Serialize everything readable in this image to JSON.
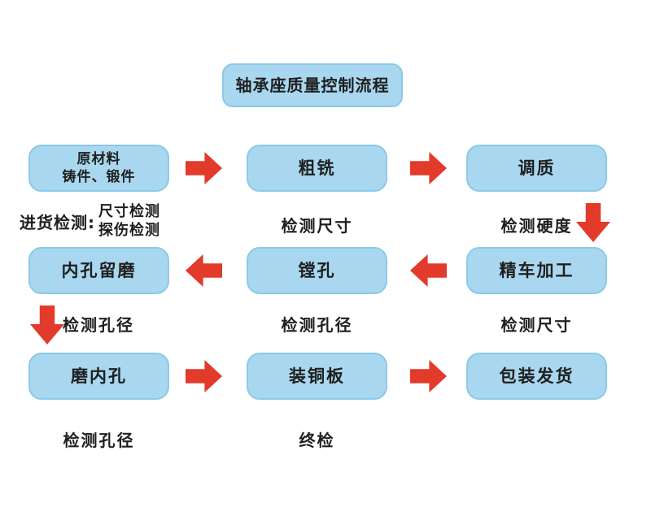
{
  "title": "轴承座质量控制流程",
  "colors": {
    "node_fill": "#a8d7ef",
    "node_border": "#8ccae9",
    "arrow_red": "#e23a2b",
    "text": "#1f1f1f",
    "background": "#ffffff"
  },
  "nodes": {
    "raw_material": {
      "line1": "原材料",
      "line2": "铸件、锻件"
    },
    "rough_milling": "粗铣",
    "tempering": "调质",
    "bore_grinding_allowance": "内孔留磨",
    "boring": "镗孔",
    "fine_turning": "精车加工",
    "grind_inner_hole": "磨内孔",
    "copper_plate": "装铜板",
    "packing_shipping": "包装发货"
  },
  "labels": {
    "incoming_inspection_prefix": "进货检测:",
    "incoming_inspection_items": [
      "尺寸检测",
      "探伤检测"
    ],
    "inspect_size_row1": "检测尺寸",
    "inspect_hardness": "检测硬度",
    "inspect_bore_row2_c1": "检测孔径",
    "inspect_bore_row2_c2": "检测孔径",
    "inspect_size_row2": "检测尺寸",
    "inspect_bore_row3": "检测孔径",
    "final_inspection": "终检"
  }
}
